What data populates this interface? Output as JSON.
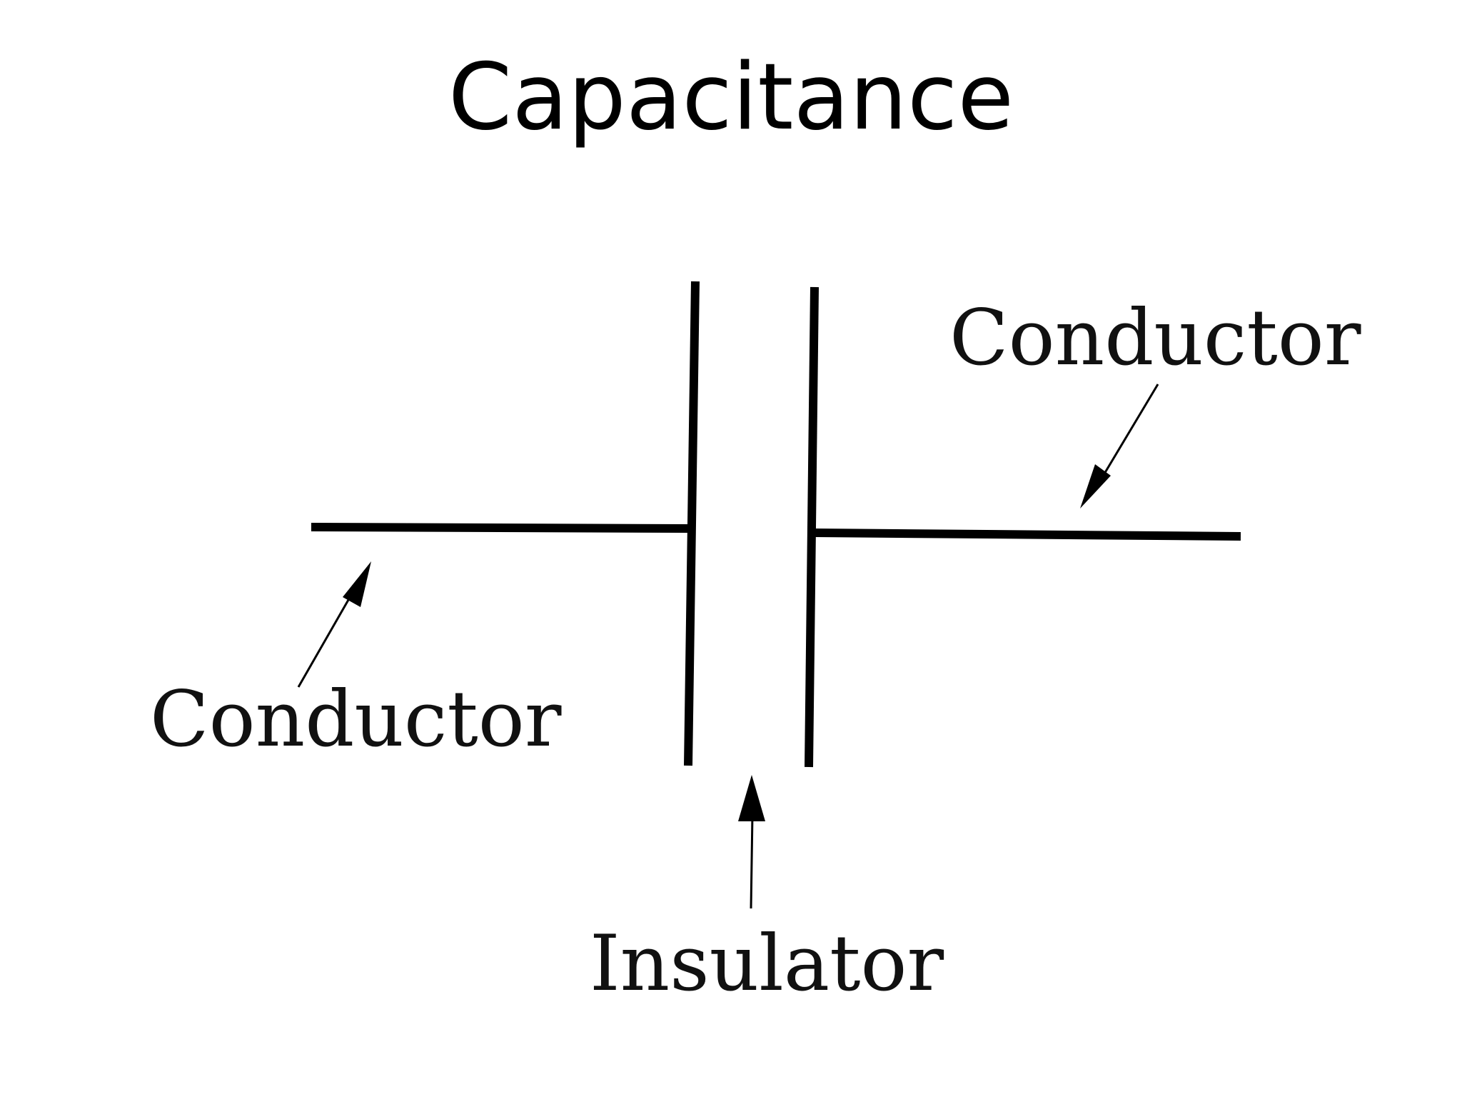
{
  "slide": {
    "title": "Capacitance"
  },
  "diagram": {
    "labels": {
      "conductor_right": "Conductor",
      "conductor_left": "Conductor",
      "insulator": "Insulator"
    },
    "colors": {
      "background": "#ffffff",
      "ink": "#000000"
    }
  }
}
